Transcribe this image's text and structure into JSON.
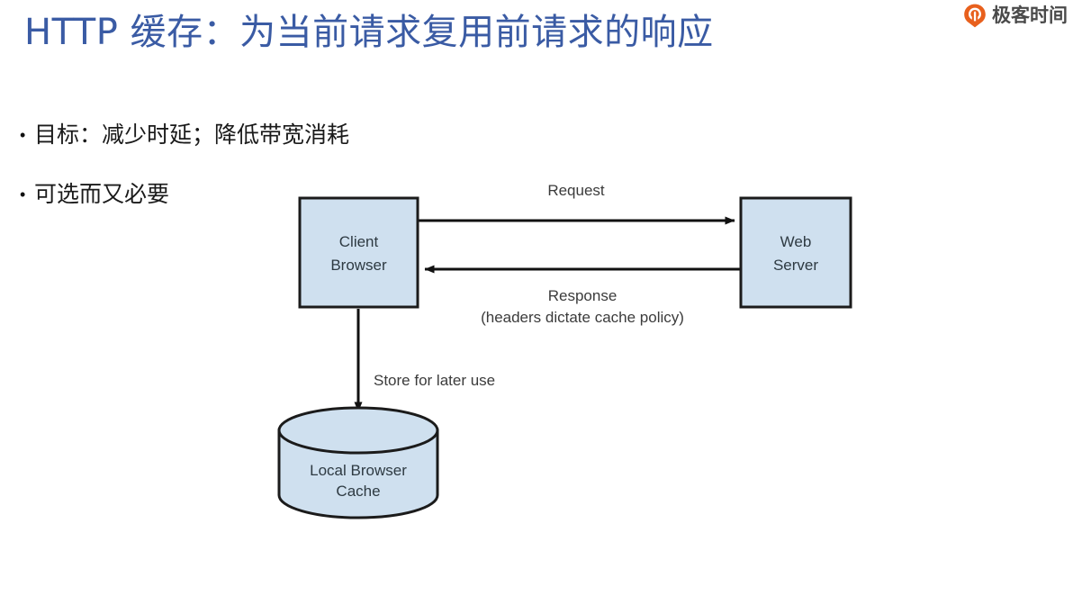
{
  "brand": {
    "icon": "geektime-pin-icon",
    "name": "极客时间",
    "icon_color": "#e8601d",
    "text_color": "#4a4a4a"
  },
  "title": {
    "text": "HTTP 缓存：为当前请求复用前请求的响应",
    "color": "#3a5ba4"
  },
  "bullets": [
    {
      "marker": "•",
      "text": "目标：减少时延；降低带宽消耗"
    },
    {
      "marker": "•",
      "text": "可选而又必要"
    }
  ],
  "diagram": {
    "node_fill": "#cfe0ef",
    "node_stroke": "#1b1b1b",
    "nodes": [
      {
        "id": "client-browser",
        "shape": "rect",
        "line1": "Client",
        "line2": "Browser"
      },
      {
        "id": "web-server",
        "shape": "rect",
        "line1": "Web",
        "line2": "Server"
      },
      {
        "id": "local-browser-cache",
        "shape": "cylinder",
        "line1": "Local Browser",
        "line2": "Cache"
      }
    ],
    "edges": [
      {
        "id": "request",
        "from": "client-browser",
        "to": "web-server",
        "label": "Request",
        "direction": "right"
      },
      {
        "id": "response",
        "from": "web-server",
        "to": "client-browser",
        "label": "Response",
        "sublabel": "(headers dictate cache policy)",
        "direction": "left"
      },
      {
        "id": "store",
        "from": "client-browser",
        "to": "local-browser-cache",
        "label": "Store for later use",
        "direction": "down"
      }
    ]
  }
}
